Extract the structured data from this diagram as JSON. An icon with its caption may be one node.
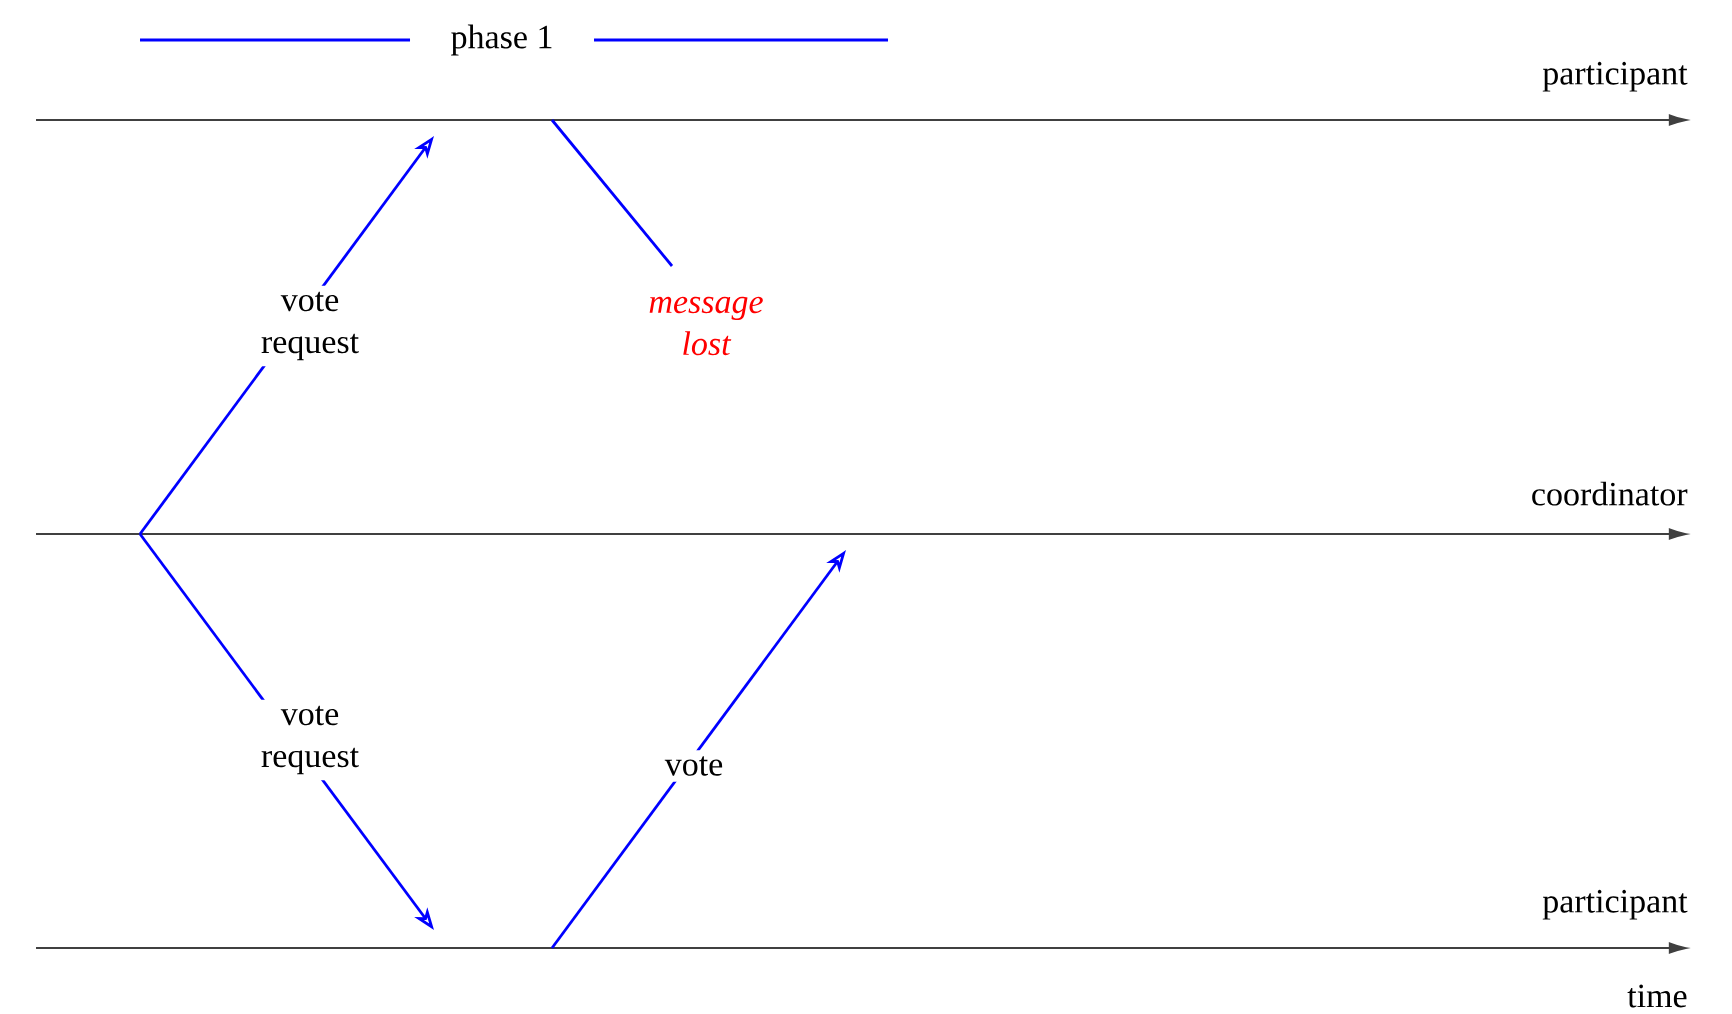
{
  "diagram": {
    "nodes": [
      {
        "text": [],
        "shape": "line",
        "beside": [
          "participant"
        ]
      },
      {
        "text": [],
        "shape": "line",
        "beside": [
          "coordinator"
        ]
      },
      {
        "text": [],
        "shape": "line",
        "beside": [
          "participant"
        ]
      }
    ],
    "edges": [
      {
        "from": 1,
        "to": 0,
        "arrow": "to",
        "label": "vote request"
      },
      {
        "from": 0,
        "to": null,
        "arrow": "none",
        "label": "message lost"
      },
      {
        "from": 1,
        "to": 2,
        "arrow": "to",
        "label": "vote request"
      },
      {
        "from": 2,
        "to": 1,
        "arrow": "to",
        "label": "vote"
      }
    ],
    "labels": [
      "phase 1",
      "time"
    ]
  }
}
